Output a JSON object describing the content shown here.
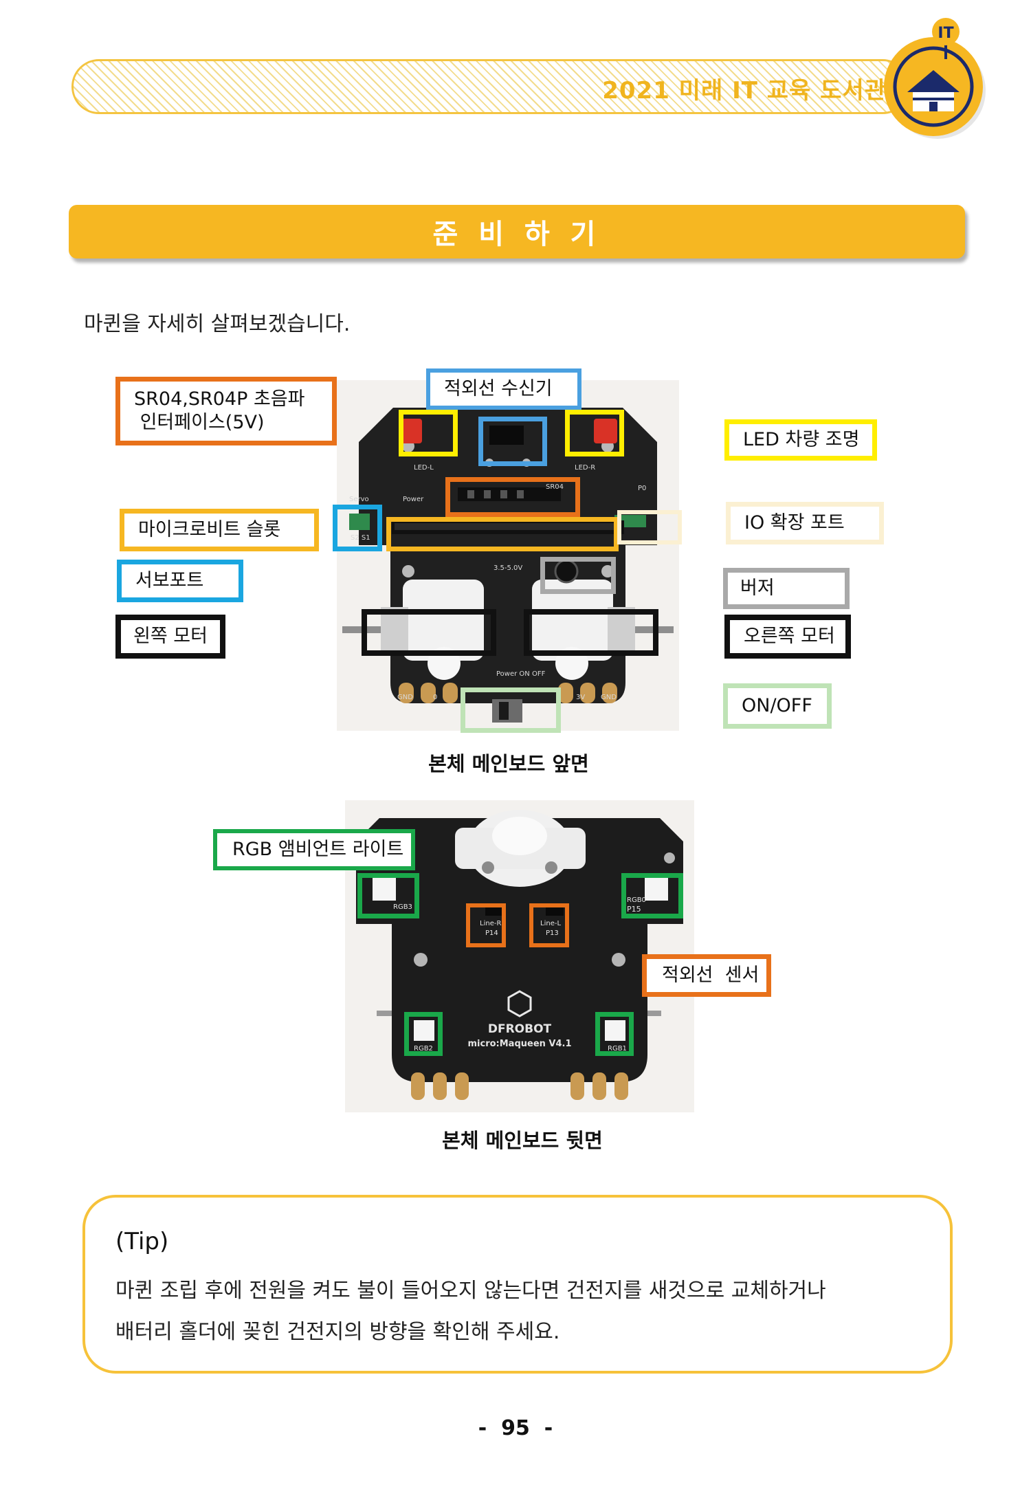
{
  "header": {
    "title": "2021 미래 IT 교육 도서관",
    "badge_text": "IT"
  },
  "section": {
    "title": "준 비 하 기"
  },
  "intro": "마퀸을 자세히 살펴보겠습니다.",
  "front": {
    "caption": "본체 메인보드 앞면",
    "labels": {
      "ultrasonic_line1": "SR04,SR04P 초음파",
      "ultrasonic_line2": " 인터페이스(5V)",
      "ir_receiver": "적외선 수신기",
      "led_light": "LED 차량 조명",
      "microbit_slot": "마이크로비트 슬롯",
      "io_port": "IO 확장 포트",
      "servo_port": "서보포트",
      "buzzer": "버저",
      "left_motor": "왼쪽 모터",
      "right_motor": "오른쪽 모터",
      "on_off": "ON/OFF"
    },
    "board_text": {
      "led_l": "LED-L",
      "led_r": "LED-R",
      "servo": "Servo",
      "power": "Power",
      "sr04": "SR04",
      "s2s1": "S2 S1",
      "voltage": "3.5-5.0V",
      "p0": "P0",
      "power_onoff": "Power\nON   OFF",
      "gnd": "GND",
      "zero": "0",
      "three_v": "3V"
    }
  },
  "back": {
    "caption": "본체 메인보드 뒷면",
    "labels": {
      "rgb_ambient": "RGB 앰비언트 라이트",
      "ir_sensor": "적외선  센서"
    },
    "board_text": {
      "rgb3": "RGB3",
      "rgb0": "RGB0",
      "p15": "P15",
      "line_r": "Line-R",
      "p14": "P14",
      "line_l": "Line-L",
      "p13": "P13",
      "brand": "DFROBOT",
      "model": "micro:Maqueen V4.1",
      "rgb2": "RGB2",
      "rgb1": "RGB1"
    }
  },
  "tip": {
    "heading": "(Tip)",
    "line1": "마퀸 조립 후에 전원을 켜도 불이 들어오지 않는다면 건전지를 새것으로 교체하거나",
    "line2": "배터리 홀더에 꽂힌 건전지의 방향을 확인해 주세요."
  },
  "page_number": "-  95  -",
  "colors": {
    "accent": "#f6b722",
    "orange": "#e8711a",
    "blue": "#4aa0e0",
    "cyan": "#1aa6e0",
    "yellow": "#ffee00",
    "cream": "#fbf0d2",
    "gray": "#a9a9a9",
    "black": "#111111",
    "lightgreen": "#bfe3b6",
    "green": "#1aa84a"
  }
}
